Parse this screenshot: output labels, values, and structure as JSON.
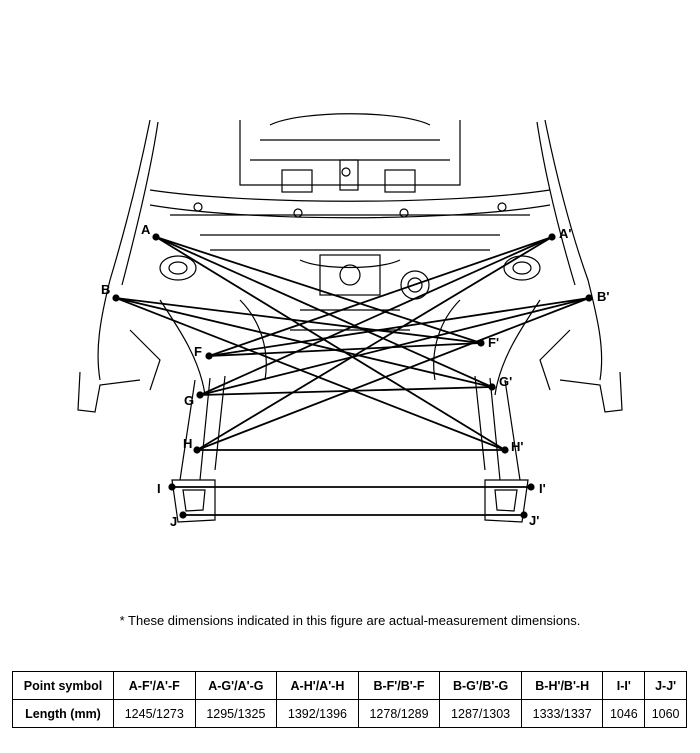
{
  "diagram": {
    "points": [
      {
        "id": "A",
        "label": "A"
      },
      {
        "id": "A'",
        "label": "A'"
      },
      {
        "id": "B",
        "label": "B"
      },
      {
        "id": "B'",
        "label": "B'"
      },
      {
        "id": "F",
        "label": "F"
      },
      {
        "id": "F'",
        "label": "F'"
      },
      {
        "id": "G",
        "label": "G"
      },
      {
        "id": "G'",
        "label": "G'"
      },
      {
        "id": "H",
        "label": "H"
      },
      {
        "id": "H'",
        "label": "H'"
      },
      {
        "id": "I",
        "label": "I"
      },
      {
        "id": "I'",
        "label": "I'"
      },
      {
        "id": "J",
        "label": "J"
      },
      {
        "id": "J'",
        "label": "J'"
      }
    ]
  },
  "note": "*  These dimensions indicated in this figure are actual-measurement dimensions.",
  "table": {
    "row1_header": "Point symbol",
    "row2_header": "Length (mm)",
    "columns": [
      {
        "symbol": "A-F'/A'-F",
        "length": "1245/1273"
      },
      {
        "symbol": "A-G'/A'-G",
        "length": "1295/1325"
      },
      {
        "symbol": "A-H'/A'-H",
        "length": "1392/1396"
      },
      {
        "symbol": "B-F'/B'-F",
        "length": "1278/1289"
      },
      {
        "symbol": "B-G'/B'-G",
        "length": "1287/1303"
      },
      {
        "symbol": "B-H'/B'-H",
        "length": "1333/1337"
      },
      {
        "symbol": "I-I'",
        "length": "1046"
      },
      {
        "symbol": "J-J'",
        "length": "1060"
      }
    ]
  }
}
